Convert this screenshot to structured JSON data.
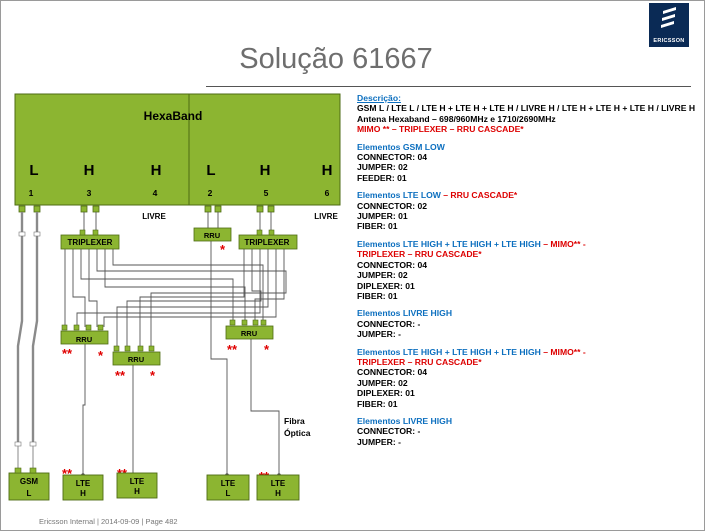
{
  "title": "Solução 61667",
  "logo": {
    "text": "ERICSSON",
    "icon": "ericsson-logo-icon"
  },
  "footer": "Ericsson Internal  |  2014-09-09  |  Page 482",
  "diagram": {
    "hexaband_label": "HexaBand",
    "bands": [
      "L",
      "H",
      "H",
      "L",
      "H",
      "H"
    ],
    "port_numbers": [
      "1",
      "3",
      "4",
      "2",
      "5",
      "6"
    ],
    "livre_labels": [
      "LIVRE",
      "LIVRE"
    ],
    "triplexer_labels": [
      "TRIPLEXER",
      "TRIPLEXER"
    ],
    "rru_labels": [
      "RRU",
      "RRU",
      "RRU",
      "RRU"
    ],
    "fiber_label": [
      "Fibra",
      "Óptica"
    ],
    "bottom_units": [
      {
        "line1": "GSM",
        "line2": "L"
      },
      {
        "line1": "LTE",
        "line2": "H"
      },
      {
        "line1": "LTE",
        "line2": "H"
      },
      {
        "line1": "LTE",
        "line2": "L"
      },
      {
        "line1": "LTE",
        "line2": "H"
      }
    ],
    "marks": {
      "single": "*",
      "double": "**"
    },
    "colors": {
      "green": "#8cb531",
      "green_border": "#4e6b14",
      "cable": "#606060",
      "gsm_cable": "#9a9a9a"
    }
  },
  "description": {
    "heading": "Descrição:",
    "line1": "GSM L / LTE L / LTE H + LTE H + LTE H / LIVRE H / LTE H + LTE H + LTE H / LIVRE H",
    "line2": "Antena Hexaband – 698/960MHz  e  1710/2690MHz",
    "line3": "MIMO ** – TRIPLEXER – RRU CASCADE*"
  },
  "sections": [
    {
      "title": "Elementos GSM LOW",
      "title_suffix": "",
      "title_line2": "",
      "lines": [
        "CONNECTOR: 04",
        "JUMPER: 02",
        "FEEDER: 01"
      ]
    },
    {
      "title": "Elementos LTE LOW",
      "title_suffix": " – RRU CASCADE*",
      "title_line2": "",
      "lines": [
        "CONNECTOR: 02",
        "JUMPER: 01",
        "FIBER: 01"
      ]
    },
    {
      "title": "Elementos  LTE HIGH + LTE HIGH + LTE HIGH",
      "title_suffix": " – MIMO** -",
      "title_line2": "TRIPLEXER – RRU CASCADE*",
      "lines": [
        "CONNECTOR: 04",
        "JUMPER: 02",
        "DIPLEXER: 01",
        "FIBER: 01"
      ]
    },
    {
      "title": "Elementos LIVRE HIGH",
      "title_suffix": "",
      "title_line2": "",
      "lines": [
        "CONNECTOR: -",
        "JUMPER: -"
      ]
    },
    {
      "title": "Elementos  LTE HIGH + LTE HIGH + LTE HIGH",
      "title_suffix": " – MIMO** -",
      "title_line2": "TRIPLEXER – RRU CASCADE*",
      "lines": [
        "CONNECTOR: 04",
        "JUMPER: 02",
        "DIPLEXER: 01",
        "FIBER: 01"
      ]
    },
    {
      "title": "Elementos LIVRE HIGH",
      "title_suffix": "",
      "title_line2": "",
      "lines": [
        "CONNECTOR: -",
        "JUMPER: -"
      ]
    }
  ]
}
